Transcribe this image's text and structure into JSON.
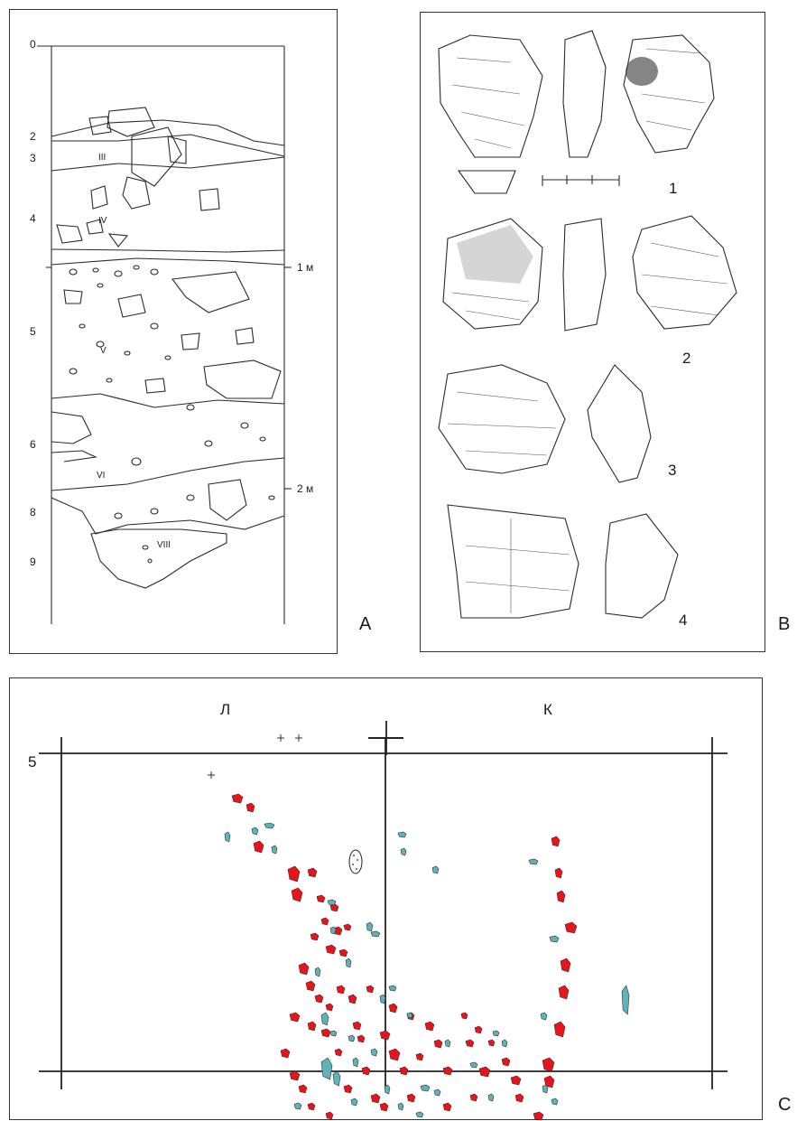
{
  "panels": {
    "a": {
      "letter": "A",
      "depth_ticks": [
        "0",
        "2",
        "3",
        "4",
        "5",
        "6",
        "8",
        "9"
      ],
      "layer_labels": [
        "III",
        "IV",
        "V",
        "VI",
        "VIII"
      ],
      "scale_marks": [
        "1 м",
        "2 м"
      ]
    },
    "b": {
      "letter": "B",
      "artifact_numbers": [
        "1",
        "2",
        "3",
        "4"
      ]
    },
    "c": {
      "letter": "C",
      "column_labels": [
        "Л",
        "К"
      ],
      "row_label": "5",
      "colors": {
        "red_fragments": "#e8141c",
        "teal_fragments": "#5fb3b8"
      }
    }
  }
}
